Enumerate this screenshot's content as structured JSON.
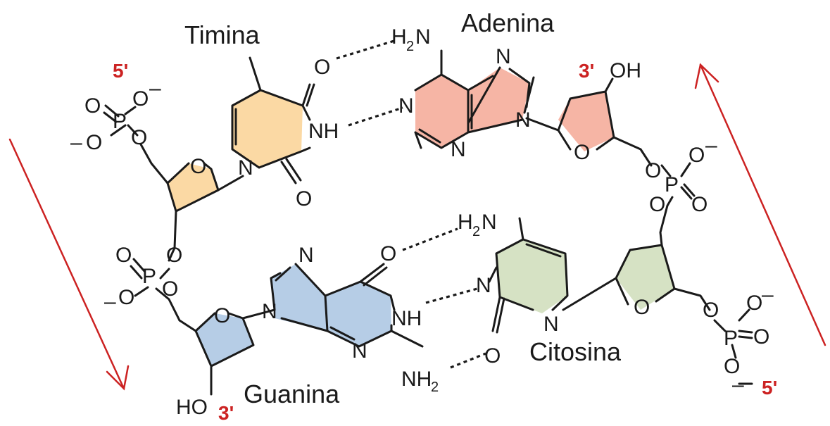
{
  "colors": {
    "thymine": "#fbd9a4",
    "adenine": "#f6b5a5",
    "guanine": "#b6cde6",
    "cytosine": "#d6e2c4",
    "accent": "#cc2222",
    "ink": "#1a1a1a"
  },
  "labels": {
    "timina": "Timina",
    "adenina": "Adenina",
    "guanina": "Guanina",
    "citosina": "Citosina"
  },
  "ends": {
    "top_left": "5'",
    "top_right": "3'",
    "bottom_left": "3'",
    "bottom_right": "5'"
  },
  "atoms": {
    "O": "O",
    "N": "N",
    "P": "P",
    "H": "H",
    "NH": "NH",
    "OH": "OH",
    "HO": "HO",
    "neg": "–",
    "two": "2"
  }
}
